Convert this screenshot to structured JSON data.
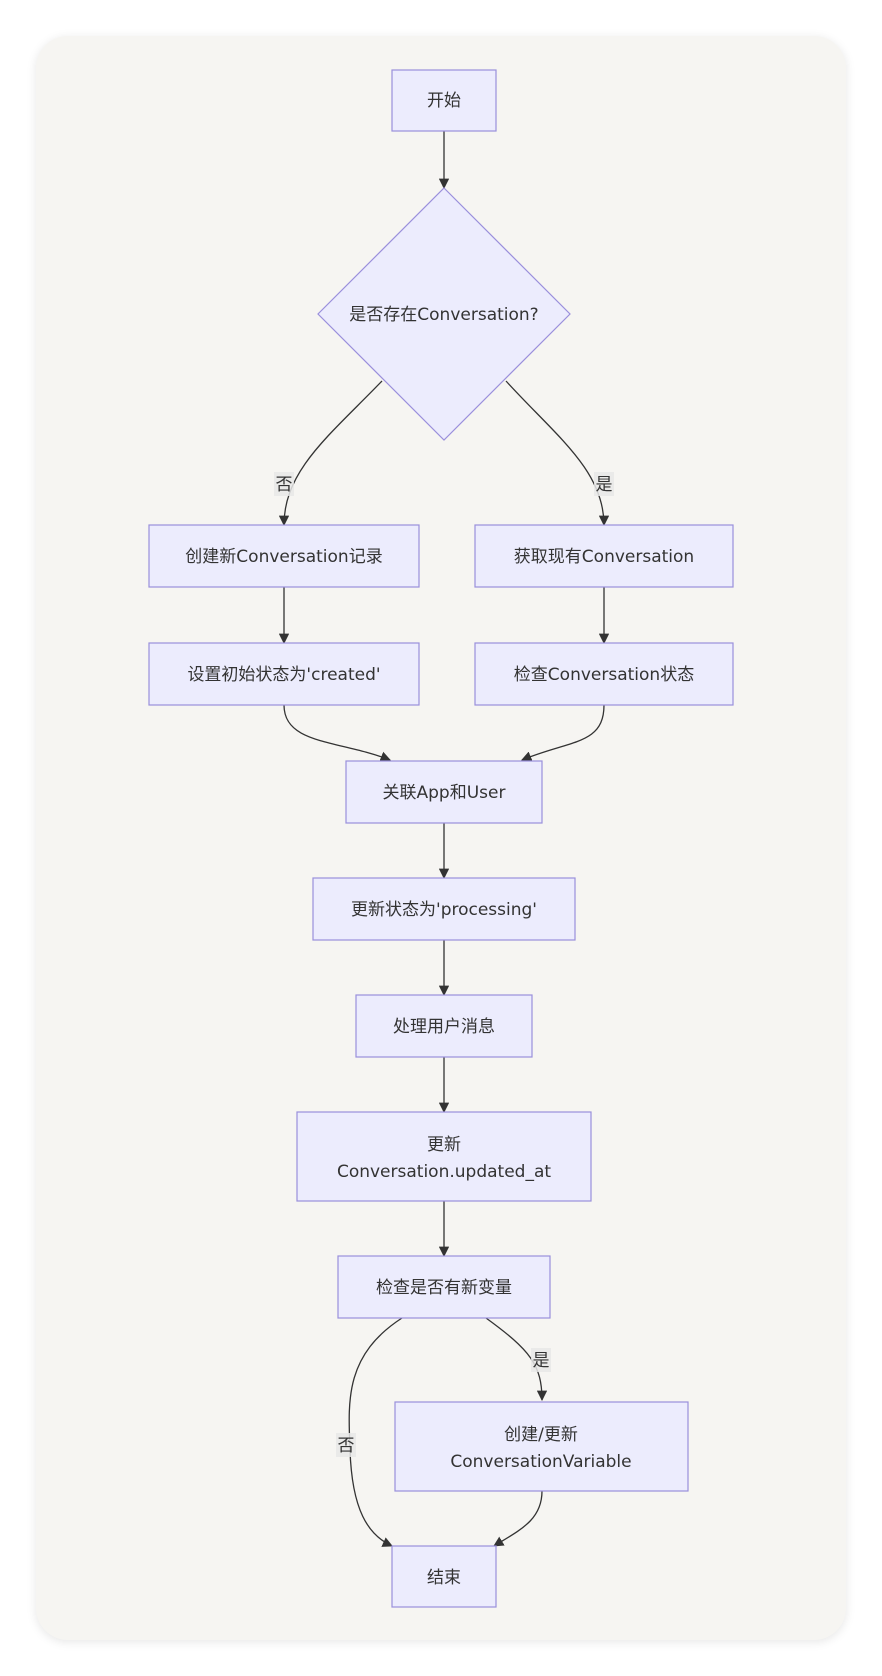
{
  "nodes": {
    "start": "开始",
    "decision_exists": "是否存在Conversation?",
    "create_conversation": "创建新Conversation记录",
    "get_existing": "获取现有Conversation",
    "set_initial_status": "设置初始状态为'created'",
    "check_status": "检查Conversation状态",
    "associate": "关联App和User",
    "update_processing": "更新状态为'processing'",
    "handle_message": "处理用户消息",
    "update_at_line1": "更新",
    "update_at_line2": "Conversation.updated_at",
    "check_new_vars": "检查是否有新变量",
    "create_var_line1": "创建/更新",
    "create_var_line2": "ConversationVariable",
    "end": "结束"
  },
  "edge_labels": {
    "no_1": "否",
    "yes_1": "是",
    "yes_2": "是",
    "no_2": "否"
  },
  "colors": {
    "node_fill": "#ececfd",
    "node_stroke": "#9a8fdc",
    "edge": "#333333",
    "card_bg": "#f6f5f2"
  }
}
